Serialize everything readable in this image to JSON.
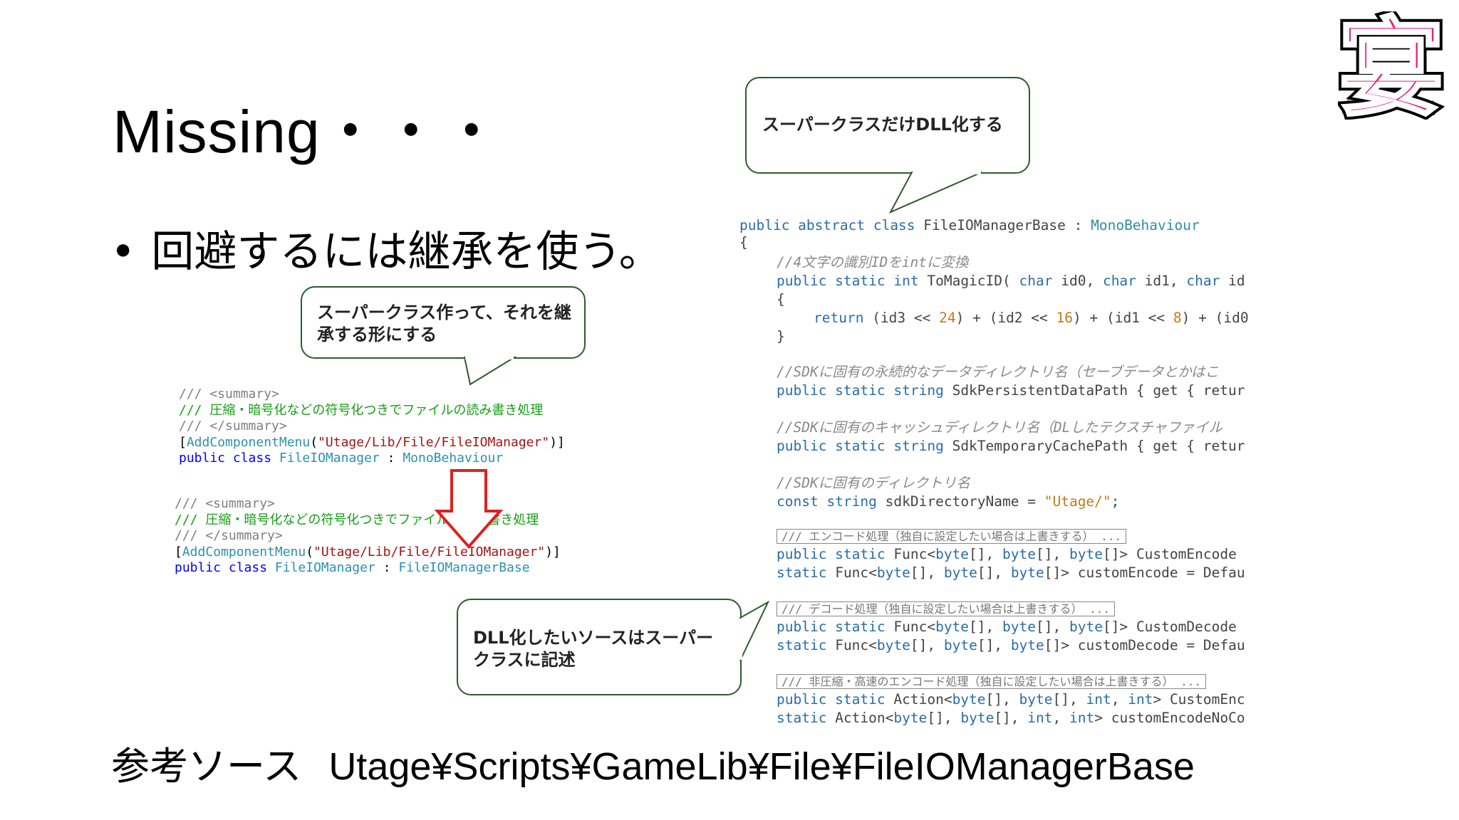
{
  "slide": {
    "title": "Missing・・・",
    "bullet_dot": "•",
    "bullet_text": "回避するには継承を使う。",
    "reference_label": "参考ソース",
    "reference_path": "Utage¥Scripts¥GameLib¥File¥FileIOManagerBase"
  },
  "logo": {
    "glyph": "宴",
    "fill": "#e8207a",
    "outline": "#000000"
  },
  "bubbles": {
    "top": "スーパークラスだけDLL化する",
    "middle": "スーパークラス作って、それを継承する形にする",
    "bottom": "DLL化したいソースはスーパークラスに記述"
  },
  "code_before": {
    "l1": "/// <summary>",
    "l2": "/// 圧縮・暗号化などの符号化つきでファイルの読み書き処理",
    "l3": "/// </summary>",
    "attr_open": "[",
    "attr_name": "AddComponentMenu",
    "attr_paren": "(",
    "attr_str": "\"Utage/Lib/File/FileIOManager\"",
    "attr_close": ")]",
    "kw_public": "public",
    "kw_class": "class",
    "class_name": "FileIOManager",
    "colon": ":",
    "base": "MonoBehaviour"
  },
  "code_after": {
    "l1": "/// <summary>",
    "l2": "/// 圧縮・暗号化などの符号化つきでファイルの読み書き処理",
    "l3": "/// </summary>",
    "attr_open": "[",
    "attr_name": "AddComponentMenu",
    "attr_paren": "(",
    "attr_str": "\"Utage/Lib/File/FileIOManager\"",
    "attr_close": ")]",
    "kw_public": "public",
    "kw_class": "class",
    "class_name": "FileIOManager",
    "colon": ":",
    "base": "FileIOManagerBase"
  },
  "code_right": {
    "decl_mod": "public abstract class",
    "decl_name": "FileIOManagerBase :",
    "decl_base": "MonoBehaviour",
    "open_brace": "{",
    "c1": "//4文字の識別IDをintに変換",
    "m1_mod": "public static",
    "m1_type": "int",
    "m1_name": "ToMagicID(",
    "m1_p1t": "char",
    "m1_p1n": "id0,",
    "m1_p2t": "char",
    "m1_p2n": "id1,",
    "m1_p3t": "char",
    "m1_p3n": "id",
    "m1_open": "{",
    "ret_kw": "return",
    "ret_a": "(id3 <<",
    "ret_n1": "24",
    "ret_b": ") + (id2 <<",
    "ret_n2": "16",
    "ret_c": ") + (id1 <<",
    "ret_n3": "8",
    "ret_d": ") + (id0",
    "m1_close": "}",
    "c2": "//SDKに固有の永続的なデータディレクトリ名（セーブデータとかはこ",
    "p1_mod": "public static",
    "p1_type": "string",
    "p1_name": "SdkPersistentDataPath { get { retur",
    "c3": "//SDKに固有のキャッシュディレクトリ名（DLしたテクスチャファイル",
    "p2_mod": "public static",
    "p2_type": "string",
    "p2_name": "SdkTemporaryCachePath { get { retur",
    "c4": "//SDKに固有のディレクトリ名",
    "k_const": "const",
    "k_type": "string",
    "k_name": "sdkDirectoryName =",
    "k_val": "\"Utage/\"",
    "k_semi": ";",
    "fold1": "/// エンコード処理（独自に設定したい場合は上書きする） ...",
    "e1_mod": "public static",
    "e1_func": "Func<",
    "e1_t": "byte",
    "e1_rest_a": "[],",
    "e1_rest_b": "[],",
    "e1_rest_c": "[]>",
    "e1_name": "CustomEncode",
    "e2_mod": "static",
    "e2_name": "customEncode = Defau",
    "fold2": "/// デコード処理（独自に設定したい場合は上書きする） ...",
    "d1_name": "CustomDecode",
    "d2_name": "customDecode = Defau",
    "fold3": "/// 非圧縮・高速のエンコード処理（独自に設定したい場合は上書きする） ...",
    "a1_func": "Action<",
    "a1_int": "int",
    "a1_name": "CustomEnc",
    "a2_name": "customEncodeNoCo"
  },
  "arrow": {
    "direction": "down",
    "fill": "#ffffff",
    "stroke": "#e02020"
  }
}
